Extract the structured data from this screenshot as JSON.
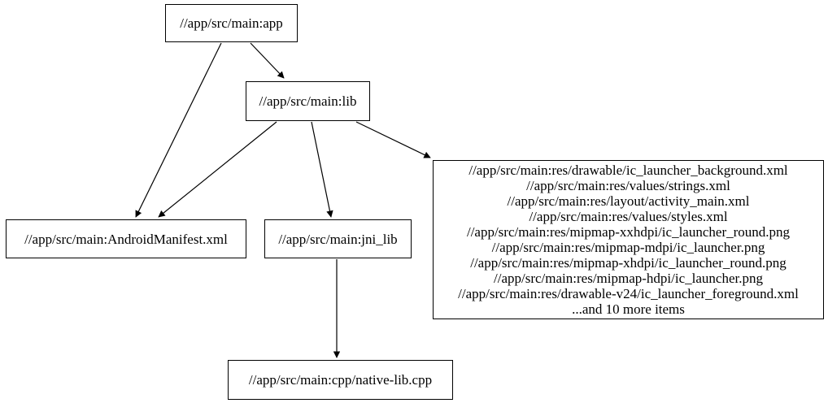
{
  "diagram": {
    "background_color": "#ffffff",
    "node_border_color": "#000000",
    "edge_color": "#000000",
    "text_color": "#000000",
    "nodes": {
      "app": {
        "label": "//app/src/main:app"
      },
      "lib": {
        "label": "//app/src/main:lib"
      },
      "manifest": {
        "label": "//app/src/main:AndroidManifest.xml"
      },
      "jni_lib": {
        "label": "//app/src/main:jni_lib"
      },
      "resources": {
        "lines": [
          "//app/src/main:res/drawable/ic_launcher_background.xml",
          "//app/src/main:res/values/strings.xml",
          "//app/src/main:res/layout/activity_main.xml",
          "//app/src/main:res/values/styles.xml",
          "//app/src/main:res/mipmap-xxhdpi/ic_launcher_round.png",
          "//app/src/main:res/mipmap-mdpi/ic_launcher.png",
          "//app/src/main:res/mipmap-xhdpi/ic_launcher_round.png",
          "//app/src/main:res/mipmap-hdpi/ic_launcher.png",
          "//app/src/main:res/drawable-v24/ic_launcher_foreground.xml",
          "...and 10 more items"
        ]
      },
      "cpp": {
        "label": "//app/src/main:cpp/native-lib.cpp"
      }
    },
    "edges": [
      {
        "from": "app",
        "to": "lib"
      },
      {
        "from": "app",
        "to": "manifest"
      },
      {
        "from": "lib",
        "to": "manifest"
      },
      {
        "from": "lib",
        "to": "jni_lib"
      },
      {
        "from": "lib",
        "to": "resources"
      },
      {
        "from": "jni_lib",
        "to": "cpp"
      }
    ]
  }
}
